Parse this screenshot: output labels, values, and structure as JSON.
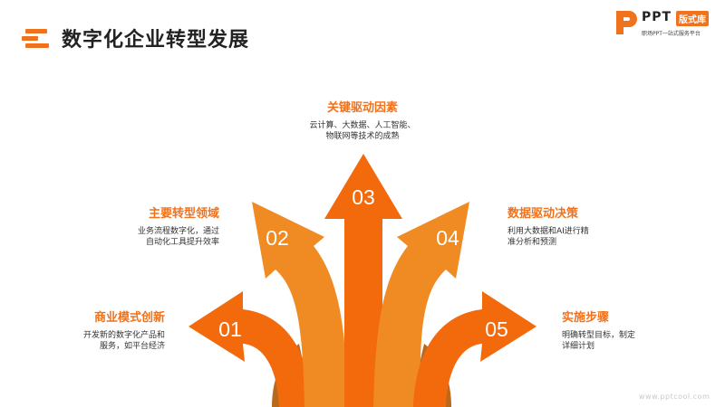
{
  "header": {
    "title": "数字化企业转型发展",
    "title_icon": "menu-lines-icon"
  },
  "logo": {
    "brand": "PPT",
    "badge": "版式库",
    "tagline": "职场PPT一站式服务平台"
  },
  "items": [
    {
      "number": "01",
      "label": "商业模式创新",
      "desc_lines": [
        "开发新的数字化产品和",
        "服务，如平台经济"
      ]
    },
    {
      "number": "02",
      "label": "主要转型领域",
      "desc_lines": [
        "业务流程数字化，通过",
        "自动化工具提升效率"
      ]
    },
    {
      "number": "03",
      "label": "关键驱动因素",
      "desc_lines": [
        "云计算、大数据、人工智能、",
        "物联网等技术的成熟"
      ]
    },
    {
      "number": "04",
      "label": "数据驱动决策",
      "desc_lines": [
        "利用大数据和AI进行精",
        "准分析和预测"
      ]
    },
    {
      "number": "05",
      "label": "实施步骤",
      "desc_lines": [
        "明确转型目标，制定",
        "详细计划"
      ]
    }
  ],
  "watermark": "www.pptcool.com",
  "colors": {
    "accent": "#f0721c",
    "arrow_dark": "#f26a0c",
    "arrow_mid": "#f08a22",
    "arrow_light": "#f3a13f",
    "shadow": "#b8691c"
  }
}
